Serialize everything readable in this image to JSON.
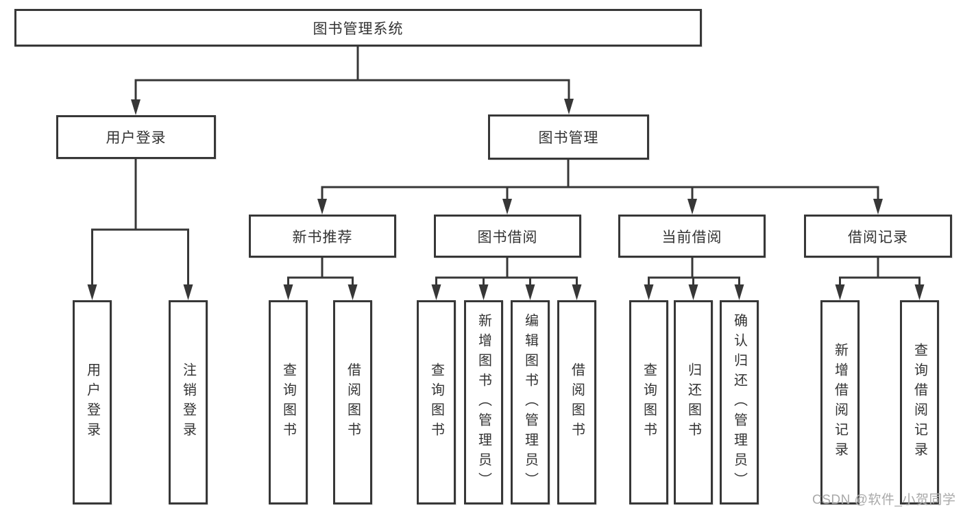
{
  "diagram": {
    "root": {
      "label": "图书管理系统"
    },
    "level2": [
      {
        "label": "用户登录"
      },
      {
        "label": "图书管理"
      }
    ],
    "level3": [
      {
        "label": "新书推荐"
      },
      {
        "label": "图书借阅"
      },
      {
        "label": "当前借阅"
      },
      {
        "label": "借阅记录"
      }
    ],
    "leaves": [
      {
        "label": "用户登录"
      },
      {
        "label": "注销登录"
      },
      {
        "label": "查询图书"
      },
      {
        "label": "借阅图书"
      },
      {
        "label": "查询图书"
      },
      {
        "label": "新增图书（管理员）"
      },
      {
        "label": "编辑图书（管理员）"
      },
      {
        "label": "借阅图书"
      },
      {
        "label": "查询图书"
      },
      {
        "label": "归还图书"
      },
      {
        "label": "确认归还（管理员）"
      },
      {
        "label": "新增借阅记录"
      },
      {
        "label": "查询借阅记录"
      }
    ]
  },
  "watermark": {
    "text": "CSDN @软件_小贺同学"
  },
  "colors": {
    "line": "#373737",
    "text": "#333333",
    "watermark": "#a9a9a9",
    "background": "#ffffff"
  }
}
